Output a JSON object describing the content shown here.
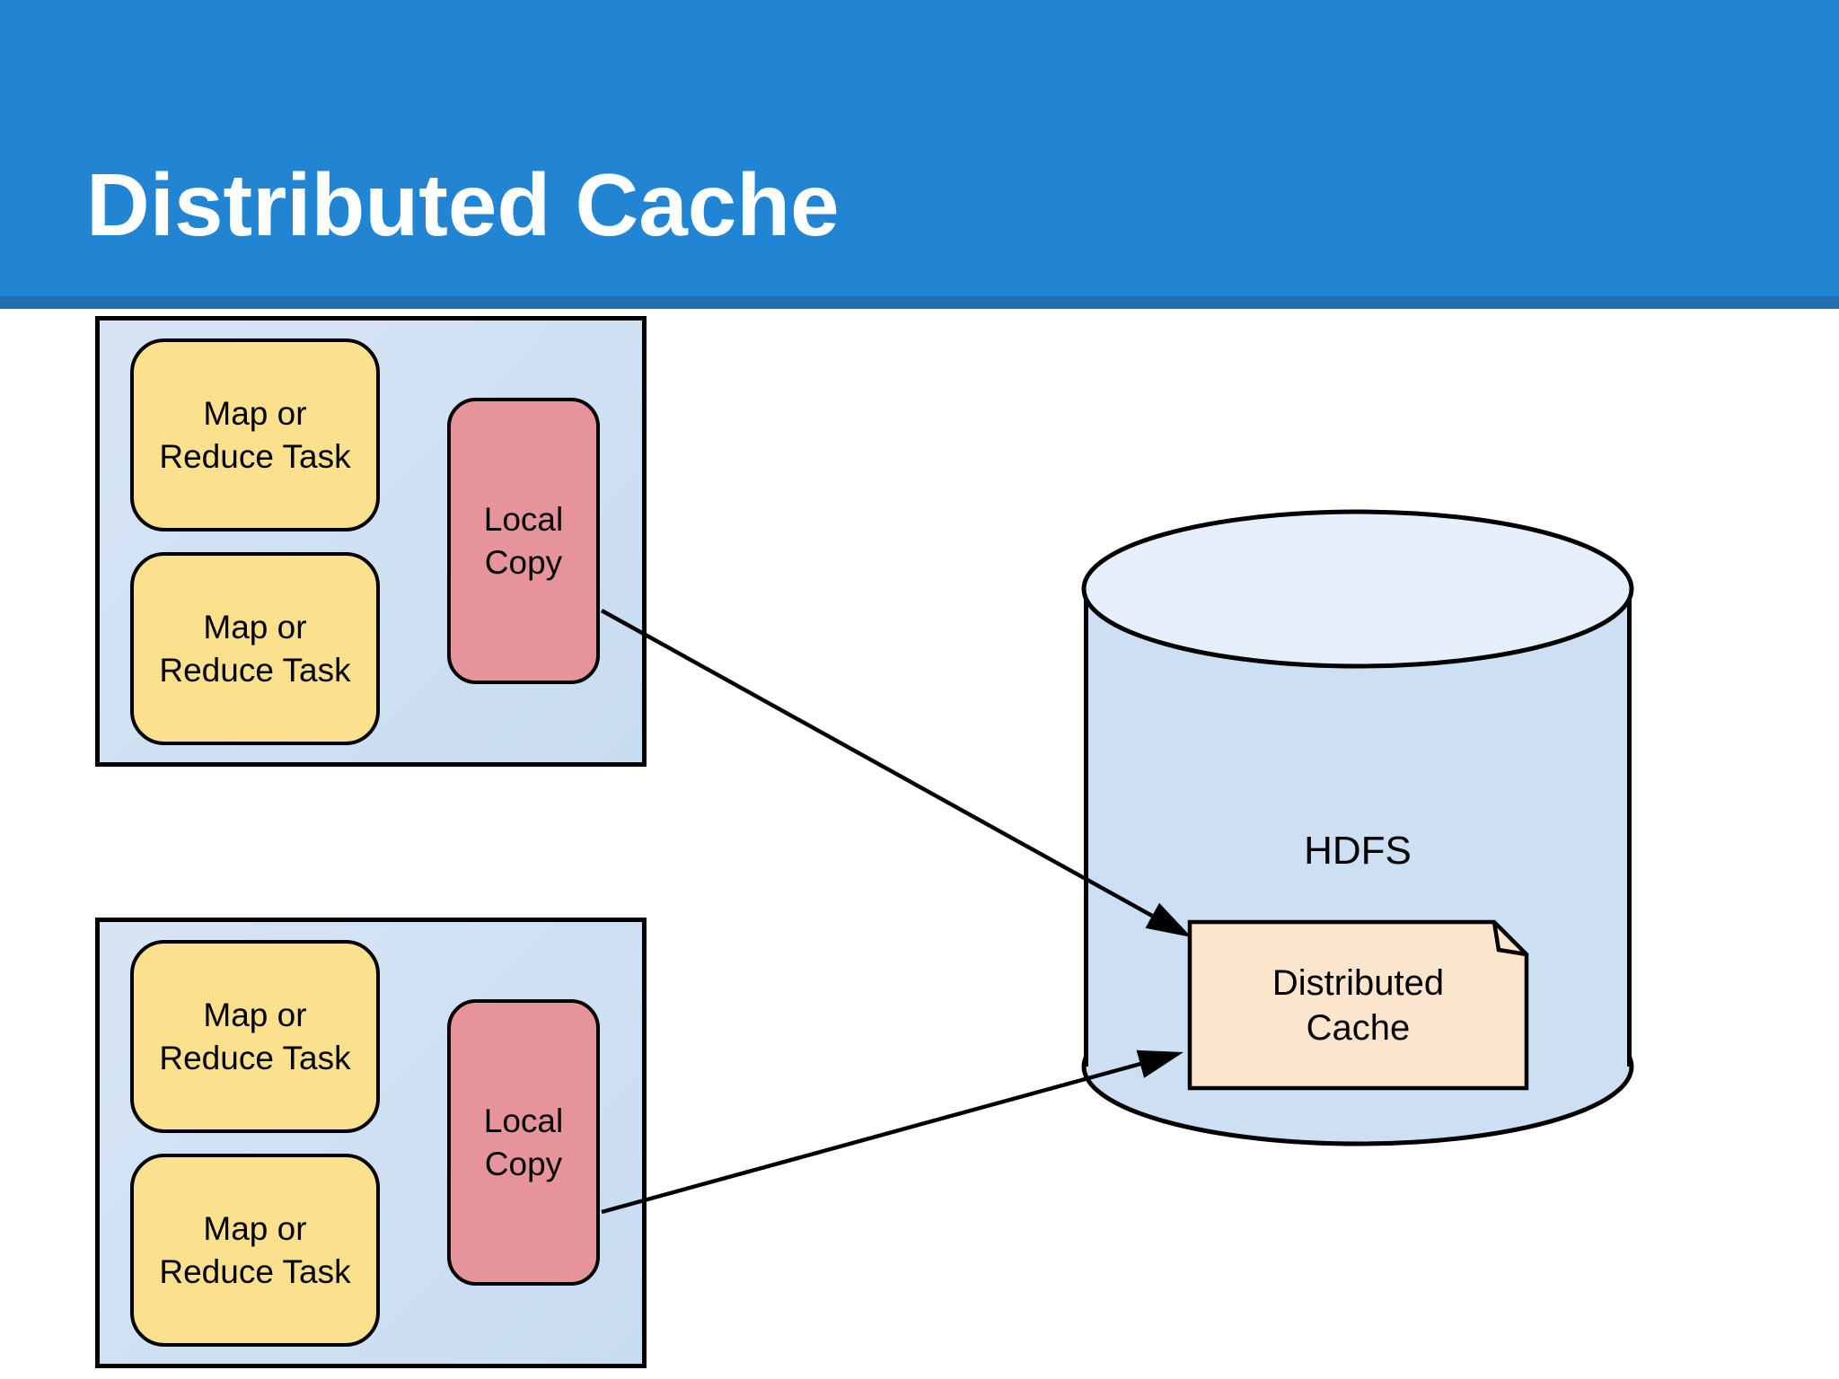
{
  "slide": {
    "title": "Distributed Cache"
  },
  "colors": {
    "header_bar": "#2285d4",
    "header_strip": "#1f6fb2",
    "node_fill": "#cfe0f3",
    "task_fill": "#fbe18d",
    "local_copy_fill": "#e6939b",
    "cylinder_fill": "#cddff2",
    "cylinder_top_fill": "#e6eef9",
    "cache_fill": "#fce5cd",
    "outline": "#000000"
  },
  "nodes": [
    {
      "task1": "Map or\nReduce Task",
      "task2": "Map or\nReduce Task",
      "local_copy": "Local\nCopy"
    },
    {
      "task1": "Map or\nReduce Task",
      "task2": "Map or\nReduce Task",
      "local_copy": "Local\nCopy"
    }
  ],
  "storage": {
    "label": "HDFS",
    "cache_label": "Distributed\nCache"
  }
}
